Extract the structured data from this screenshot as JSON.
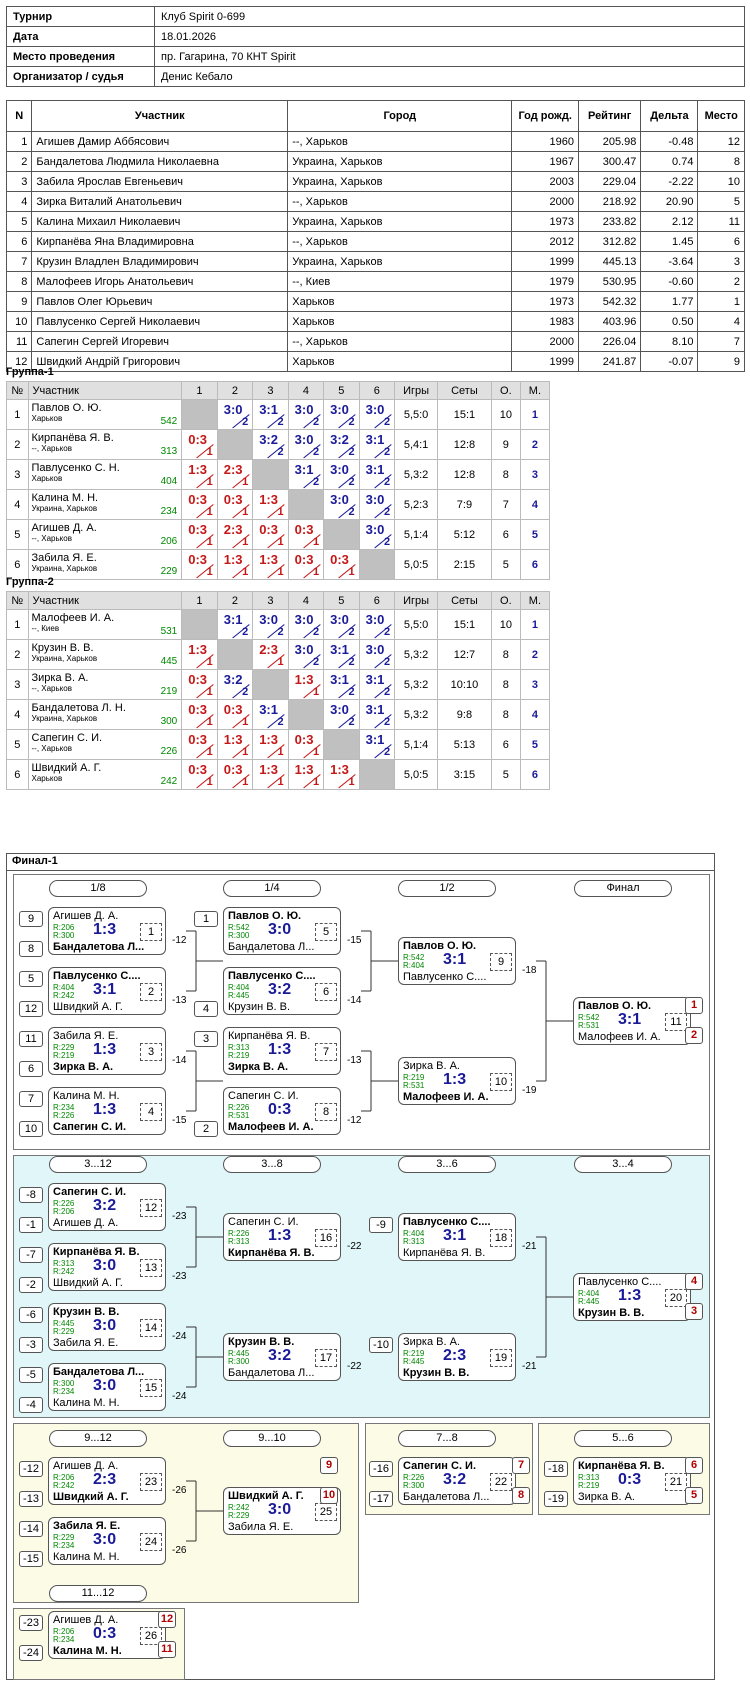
{
  "info": [
    [
      "Турнир",
      "Клуб Spirit 0-699"
    ],
    [
      "Дата",
      "18.01.2026"
    ],
    [
      "Место проведения",
      "пр. Гагарина, 70 КНТ Spirit"
    ],
    [
      "Организатор / судья",
      "Денис Кебало"
    ]
  ],
  "plist_head": [
    "N",
    "Участник",
    "Город",
    "Год рожд.",
    "Рейтинг",
    "Дельта",
    "Место"
  ],
  "plist": [
    [
      "1",
      "Агишев Дамир Аббясович",
      "--, Харьков",
      "1960",
      "205.98",
      "-0.48",
      "12"
    ],
    [
      "2",
      "Бандалетова Людмила Николаевна",
      "Украина, Харьков",
      "1967",
      "300.47",
      "0.74",
      "8"
    ],
    [
      "3",
      "Забила Ярослав Евгеньевич",
      "Украина, Харьков",
      "2003",
      "229.04",
      "-2.22",
      "10"
    ],
    [
      "4",
      "Зирка Виталий Анатольевич",
      "--, Харьков",
      "2000",
      "218.92",
      "20.90",
      "5"
    ],
    [
      "5",
      "Калина Михаил Николаевич",
      "Украина, Харьков",
      "1973",
      "233.82",
      "2.12",
      "11"
    ],
    [
      "6",
      "Кирпанёва Яна Владимировна",
      "--, Харьков",
      "2012",
      "312.82",
      "1.45",
      "6"
    ],
    [
      "7",
      "Крузин Владлен Владимирович",
      "Украина, Харьков",
      "1999",
      "445.13",
      "-3.64",
      "3"
    ],
    [
      "8",
      "Малофеев Игорь Анатольевич",
      "--, Киев",
      "1979",
      "530.95",
      "-0.60",
      "2"
    ],
    [
      "9",
      "Павлов Олег Юрьевич",
      "Харьков",
      "1973",
      "542.32",
      "1.77",
      "1"
    ],
    [
      "10",
      "Павлусенко Сергей Николаевич",
      "Харьков",
      "1983",
      "403.96",
      "0.50",
      "4"
    ],
    [
      "11",
      "Сапегин Сергей Игоревич",
      "--, Харьков",
      "2000",
      "226.04",
      "8.10",
      "7"
    ],
    [
      "12",
      "Швидкий Андрій Григорович",
      "Харьков",
      "1999",
      "241.87",
      "-0.07",
      "9"
    ]
  ],
  "group_head": [
    "№",
    "Участник",
    "1",
    "2",
    "3",
    "4",
    "5",
    "6",
    "Игры",
    "Сеты",
    "О.",
    "М."
  ],
  "groups": [
    {
      "title": "Группа-1",
      "rows": [
        {
          "n": "1",
          "name": "Павлов О. Ю.",
          "city": "Харьков",
          "r": "542",
          "s": [
            "",
            "3:0|2",
            "3:1|2",
            "3:0|2",
            "3:0|2",
            "3:0|2"
          ],
          "g": "5,5:0",
          "sets": "15:1",
          "o": "10",
          "m": "1"
        },
        {
          "n": "2",
          "name": "Кирпанёва Я. В.",
          "city": "--, Харьков",
          "r": "313",
          "s": [
            "0:3|1",
            "",
            "3:2|2",
            "3:0|2",
            "3:2|2",
            "3:1|2"
          ],
          "g": "5,4:1",
          "sets": "12:8",
          "o": "9",
          "m": "2"
        },
        {
          "n": "3",
          "name": "Павлусенко С. Н.",
          "city": "Харьков",
          "r": "404",
          "s": [
            "1:3|1",
            "2:3|1",
            "",
            "3:1|2",
            "3:0|2",
            "3:1|2"
          ],
          "g": "5,3:2",
          "sets": "12:8",
          "o": "8",
          "m": "3"
        },
        {
          "n": "4",
          "name": "Калина М. Н.",
          "city": "Украина, Харьков",
          "r": "234",
          "s": [
            "0:3|1",
            "0:3|1",
            "1:3|1",
            "",
            "3:0|2",
            "3:0|2"
          ],
          "g": "5,2:3",
          "sets": "7:9",
          "o": "7",
          "m": "4"
        },
        {
          "n": "5",
          "name": "Агишев Д. А.",
          "city": "--, Харьков",
          "r": "206",
          "s": [
            "0:3|1",
            "2:3|1",
            "0:3|1",
            "0:3|1",
            "",
            "3:0|2"
          ],
          "g": "5,1:4",
          "sets": "5:12",
          "o": "6",
          "m": "5"
        },
        {
          "n": "6",
          "name": "Забила Я. Е.",
          "city": "Украина, Харьков",
          "r": "229",
          "s": [
            "0:3|1",
            "1:3|1",
            "1:3|1",
            "0:3|1",
            "0:3|1",
            ""
          ],
          "g": "5,0:5",
          "sets": "2:15",
          "o": "5",
          "m": "6"
        }
      ]
    },
    {
      "title": "Группа-2",
      "rows": [
        {
          "n": "1",
          "name": "Малофеев И. А.",
          "city": "--, Киев",
          "r": "531",
          "s": [
            "",
            "3:1|2",
            "3:0|2",
            "3:0|2",
            "3:0|2",
            "3:0|2"
          ],
          "g": "5,5:0",
          "sets": "15:1",
          "o": "10",
          "m": "1"
        },
        {
          "n": "2",
          "name": "Крузин В. В.",
          "city": "Украина, Харьков",
          "r": "445",
          "s": [
            "1:3|1",
            "",
            "2:3|1",
            "3:0|2",
            "3:1|2",
            "3:0|2"
          ],
          "g": "5,3:2",
          "sets": "12:7",
          "o": "8",
          "m": "2"
        },
        {
          "n": "3",
          "name": "Зирка В. А.",
          "city": "--, Харьков",
          "r": "219",
          "s": [
            "0:3|1",
            "3:2|2",
            "",
            "1:3|1",
            "3:1|2",
            "3:1|2"
          ],
          "g": "5,3:2",
          "sets": "10:10",
          "o": "8",
          "m": "3"
        },
        {
          "n": "4",
          "name": "Бандалетова Л. Н.",
          "city": "Украина, Харьков",
          "r": "300",
          "s": [
            "0:3|1",
            "0:3|1",
            "3:1|2",
            "",
            "3:0|2",
            "3:1|2"
          ],
          "g": "5,3:2",
          "sets": "9:8",
          "o": "8",
          "m": "4"
        },
        {
          "n": "5",
          "name": "Сапегин С. И.",
          "city": "--, Харьков",
          "r": "226",
          "s": [
            "0:3|1",
            "1:3|1",
            "1:3|1",
            "0:3|1",
            "",
            "3:1|2"
          ],
          "g": "5,1:4",
          "sets": "5:13",
          "o": "6",
          "m": "5"
        },
        {
          "n": "6",
          "name": "Швидкий А. Г.",
          "city": "Харьков",
          "r": "242",
          "s": [
            "0:3|1",
            "0:3|1",
            "1:3|1",
            "1:3|1",
            "1:3|1",
            ""
          ],
          "g": "5,0:5",
          "sets": "3:15",
          "o": "5",
          "m": "6"
        }
      ]
    }
  ],
  "final_title": "Финал-1",
  "rounds": [
    "1/8",
    "1/4",
    "1/2",
    "Финал",
    "3...12",
    "3...8",
    "3...6",
    "3...4",
    "9...12",
    "9...10",
    "7...8",
    "5...6",
    "11...12"
  ],
  "matches": [
    {
      "p1": "Агишев Д. А.",
      "p2": "Бандалетова Л...",
      "r1": "R:206",
      "r2": "R:300",
      "s": "1:3",
      "n": "1",
      "w": 2,
      "l": "-12"
    },
    {
      "p1": "Павлусенко С....",
      "p2": "Швидкий А. Г.",
      "r1": "R:404",
      "r2": "R:242",
      "s": "3:1",
      "n": "2",
      "w": 1,
      "l": "-13"
    },
    {
      "p1": "Забила Я. Е.",
      "p2": "Зирка В. А.",
      "r1": "R:229",
      "r2": "R:219",
      "s": "1:3",
      "n": "3",
      "w": 2,
      "l": "-14"
    },
    {
      "p1": "Калина М. Н.",
      "p2": "Сапегин С. И.",
      "r1": "R:234",
      "r2": "R:226",
      "s": "1:3",
      "n": "4",
      "w": 2,
      "l": "-15"
    },
    {
      "p1": "Павлов О. Ю.",
      "p2": "Бандалетова Л...",
      "r1": "R:542",
      "r2": "R:300",
      "s": "3:0",
      "n": "5",
      "w": 1,
      "l": "-15"
    },
    {
      "p1": "Павлусенко С....",
      "p2": "Крузин В. В.",
      "r1": "R:404",
      "r2": "R:445",
      "s": "3:2",
      "n": "6",
      "w": 1,
      "l": "-14"
    },
    {
      "p1": "Кирпанёва Я. В.",
      "p2": "Зирка В. А.",
      "r1": "R:313",
      "r2": "R:219",
      "s": "1:3",
      "n": "7",
      "w": 2,
      "l": "-13"
    },
    {
      "p1": "Сапегин С. И.",
      "p2": "Малофеев И. А.",
      "r1": "R:226",
      "r2": "R:531",
      "s": "0:3",
      "n": "8",
      "w": 2,
      "l": "-12"
    },
    {
      "p1": "Павлов О. Ю.",
      "p2": "Павлусенко С....",
      "r1": "R:542",
      "r2": "R:404",
      "s": "3:1",
      "n": "9",
      "w": 1,
      "l": "-18"
    },
    {
      "p1": "Зирка В. А.",
      "p2": "Малофеев И. А.",
      "r1": "R:219",
      "r2": "R:531",
      "s": "1:3",
      "n": "10",
      "w": 2,
      "l": "-19"
    },
    {
      "p1": "Павлов О. Ю.",
      "p2": "Малофеев И. А.",
      "r1": "R:542",
      "r2": "R:531",
      "s": "3:1",
      "n": "11",
      "w": 1,
      "l": ""
    },
    {
      "p1": "Сапегин С. И.",
      "p2": "Агишев Д. А.",
      "r1": "R:226",
      "r2": "R:206",
      "s": "3:2",
      "n": "12",
      "w": 1,
      "l": "-23"
    },
    {
      "p1": "Кирпанёва Я. В.",
      "p2": "Швидкий А. Г.",
      "r1": "R:313",
      "r2": "R:242",
      "s": "3:0",
      "n": "13",
      "w": 1,
      "l": "-23"
    },
    {
      "p1": "Крузин В. В.",
      "p2": "Забила Я. Е.",
      "r1": "R:445",
      "r2": "R:229",
      "s": "3:0",
      "n": "14",
      "w": 1,
      "l": "-24"
    },
    {
      "p1": "Бандалетова Л...",
      "p2": "Калина М. Н.",
      "r1": "R:300",
      "r2": "R:234",
      "s": "3:0",
      "n": "15",
      "w": 1,
      "l": "-24"
    },
    {
      "p1": "Сапегин С. И.",
      "p2": "Кирпанёва Я. В.",
      "r1": "R:226",
      "r2": "R:313",
      "s": "1:3",
      "n": "16",
      "w": 2,
      "l": "-22"
    },
    {
      "p1": "Крузин В. В.",
      "p2": "Бандалетова Л...",
      "r1": "R:445",
      "r2": "R:300",
      "s": "3:2",
      "n": "17",
      "w": 1,
      "l": "-22"
    },
    {
      "p1": "Павлусенко С....",
      "p2": "Кирпанёва Я. В.",
      "r1": "R:404",
      "r2": "R:313",
      "s": "3:1",
      "n": "18",
      "w": 1,
      "l": "-21"
    },
    {
      "p1": "Зирка В. А.",
      "p2": "Крузин В. В.",
      "r1": "R:219",
      "r2": "R:445",
      "s": "2:3",
      "n": "19",
      "w": 2,
      "l": "-21"
    },
    {
      "p1": "Павлусенко С....",
      "p2": "Крузин В. В.",
      "r1": "R:404",
      "r2": "R:445",
      "s": "1:3",
      "n": "20",
      "w": 2,
      "l": ""
    },
    {
      "p1": "Кирпанёва Я. В.",
      "p2": "Зирка В. А.",
      "r1": "R:313",
      "r2": "R:219",
      "s": "0:3",
      "n": "21",
      "w": 1,
      "l": ""
    },
    {
      "p1": "Сапегин С. И.",
      "p2": "Бандалетова Л...",
      "r1": "R:226",
      "r2": "R:300",
      "s": "3:2",
      "n": "22",
      "w": 1,
      "l": ""
    },
    {
      "p1": "Агишев Д. А.",
      "p2": "Швидкий А. Г.",
      "r1": "R:206",
      "r2": "R:242",
      "s": "2:3",
      "n": "23",
      "w": 2,
      "l": "-26"
    },
    {
      "p1": "Забила Я. Е.",
      "p2": "Калина М. Н.",
      "r1": "R:229",
      "r2": "R:234",
      "s": "3:0",
      "n": "24",
      "w": 1,
      "l": "-26"
    },
    {
      "p1": "Швидкий А. Г.",
      "p2": "Забила Я. Е.",
      "r1": "R:242",
      "r2": "R:229",
      "s": "3:0",
      "n": "25",
      "w": 1,
      "l": ""
    },
    {
      "p1": "Агишев Д. А.",
      "p2": "Калина М. Н.",
      "r1": "R:206",
      "r2": "R:234",
      "s": "0:3",
      "n": "26",
      "w": 2,
      "l": ""
    }
  ],
  "seeds": [
    "9",
    "8",
    "5",
    "12",
    "11",
    "6",
    "7",
    "10",
    "1",
    "4",
    "3",
    "2",
    "-8",
    "-1",
    "-7",
    "-2",
    "-6",
    "-3",
    "-5",
    "-4",
    "-9",
    "-10",
    "-12",
    "-13",
    "-14",
    "-15",
    "-16",
    "-17",
    "-18",
    "-19",
    "-23",
    "-24"
  ],
  "places": [
    "1",
    "2",
    "4",
    "3",
    "9",
    "10",
    "7",
    "8",
    "6",
    "5",
    "12",
    "11"
  ],
  "colors": {
    "win": "#1a1a99",
    "loss": "#c41818",
    "rating": "#008800",
    "place": "#b00000",
    "panel_blue": "#e0f6f8",
    "panel_yellow": "#fbfbe6",
    "diag": "#c0c0c0"
  }
}
